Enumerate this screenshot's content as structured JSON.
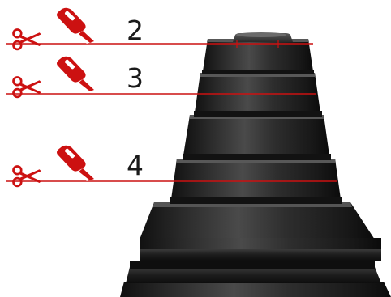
{
  "diagram": {
    "cut_marks": [
      {
        "label": "2",
        "icons": [
          "scissors-icon",
          "utility-knife-icon"
        ]
      },
      {
        "label": "3",
        "icons": [
          "scissors-icon",
          "utility-knife-icon"
        ]
      },
      {
        "label": "4",
        "icons": [
          "scissors-icon",
          "utility-knife-icon"
        ]
      }
    ],
    "colors": {
      "cut_line": "#cc1111",
      "icon": "#cc1111",
      "rubber_dark": "#1a1a1a",
      "rubber_mid": "#3c3c3c",
      "rubber_light": "#5a5a5a"
    }
  }
}
